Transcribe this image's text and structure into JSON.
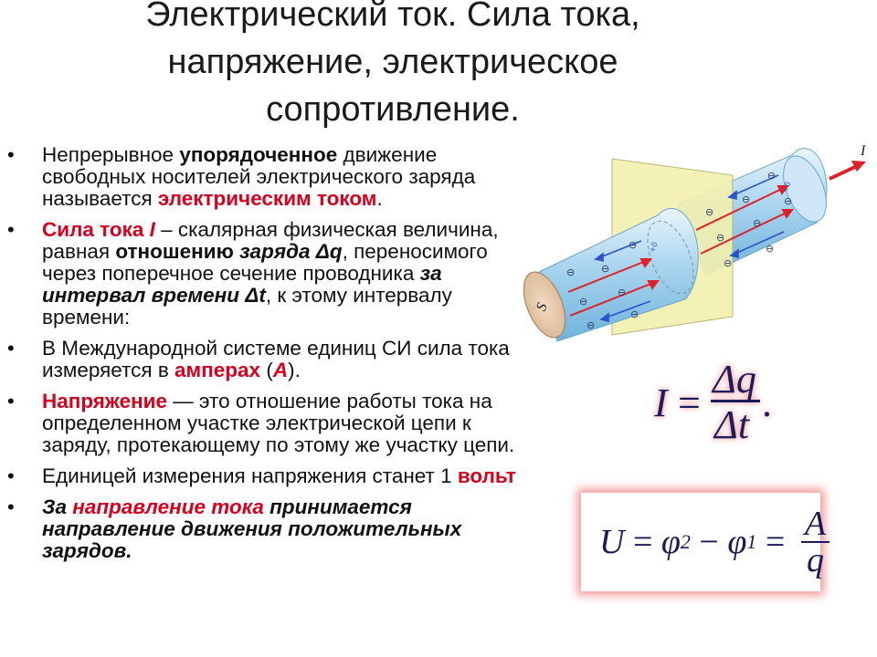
{
  "title": {
    "line1": "Электрический ток. Сила тока,",
    "line2": "напряжение, электрическое",
    "line3": "сопротивление."
  },
  "bullets": {
    "b1": {
      "t1": "Непрерывное ",
      "t2": "упорядоченное",
      "t3": " движение свободных носителей электрического заряда называется ",
      "t4": "электрическим током",
      "t5": "."
    },
    "b2": {
      "t1": "Сила тока ",
      "t2": "I",
      "t3": " – скалярная физическая величина, равная ",
      "t4": "отношению",
      "t5": " ",
      "t6": "заряда Δq",
      "t7": ", переносимого через поперечное сечение проводника  ",
      "t8": "за интервал времени Δt",
      "t9": ", к этому интервалу времени:"
    },
    "b3": {
      "t1": "В Международной системе единиц СИ сила тока измеряется в ",
      "t2": "амперах",
      "t3": " (",
      "t4": "А",
      "t5": ")."
    },
    "b4": {
      "t1": "Напряжение",
      "t2": " — это отношение работы тока на определенном участке электрической цепи к заряду, протекающему по этому же участку цепи."
    },
    "b5": {
      "t1": "Единицей измерения напряжения станет 1 ",
      "t2": "вольт"
    },
    "b6": {
      "t1": "За ",
      "t2": "направление тока",
      "t3": " принимается направление движения положительных зарядов."
    }
  },
  "illustration": {
    "current_label": "I",
    "area_label": "S",
    "ions_label_1": "+0",
    "ions_label_2": "+0",
    "electron_sign": "⊖"
  },
  "formula1": {
    "lhs": "I",
    "equals": "=",
    "numerator": "Δq",
    "denominator": "Δt",
    "period": "."
  },
  "formula2": {
    "lhs": "U",
    "eq1": " = ",
    "phi2": "φ",
    "sub2": "2",
    "minus": " − ",
    "phi1": "φ",
    "sub1": "1",
    "eq2": " = ",
    "numerator": "A",
    "denominator": "q"
  },
  "colors": {
    "accent_red": "#d8001c",
    "cylinder_blue": "#a8d4ee",
    "plane_yellow": "#f2f0b0",
    "glow_red": "#e63c3c"
  }
}
